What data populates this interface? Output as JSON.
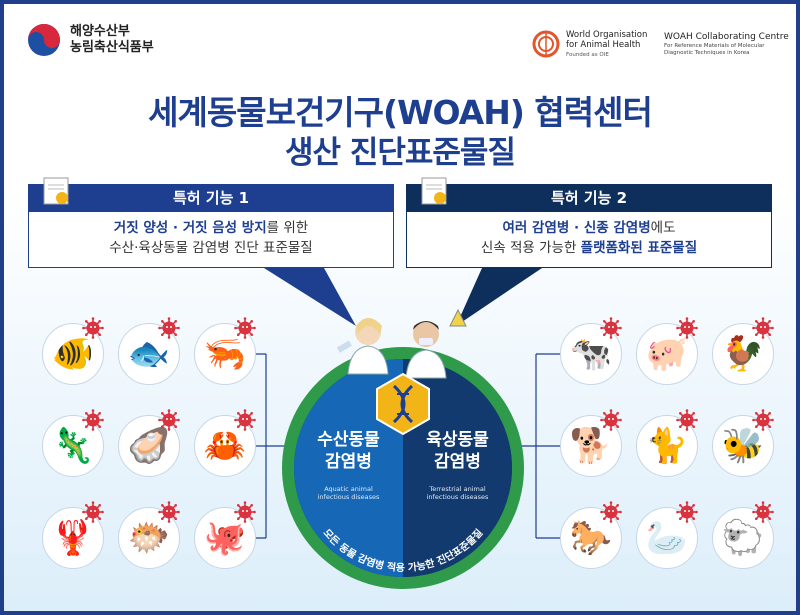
{
  "header": {
    "ministry_line1": "해양수산부",
    "ministry_line2": "농림축산식품부",
    "woah_line1": "World Organisation",
    "woah_line2": "for Animal Health",
    "woah_line3": "Founded as OIE",
    "collab_title": "WOAH Collaborating Centre",
    "collab_line1": "For Reference Materials of Molecular",
    "collab_line2": "Diagnostic Techniques in Korea"
  },
  "title": {
    "line1": "세계동물보건기구(WOAH) 협력센터",
    "line2": "생산 진단표준물질"
  },
  "feature1": {
    "label": "특허 기능 1",
    "hl1": "거짓 양성",
    "sep": " · ",
    "hl2": "거짓 음성 방지",
    "rest1": "를 위한",
    "line2": "수산·육상동물 감염병 진단 표준물질"
  },
  "feature2": {
    "label": "특허 기능 2",
    "hl1": "여러 감염병",
    "sep": " · ",
    "hl2": "신종 감염병",
    "rest1": "에도",
    "line2a": "신속 적용 가능한 ",
    "hl3": "플랫폼화된 표준물질"
  },
  "center": {
    "left_label1": "수산동물",
    "left_label2": "감염병",
    "left_sub1": "Aquatic animal",
    "left_sub2": "infectious diseases",
    "right_label1": "육상동물",
    "right_label2": "감염병",
    "right_sub1": "Terrestrial animal",
    "right_sub2": "infectious diseases",
    "ring_text": "모든 동물 감염병 적용 가능한 진단표준물질"
  },
  "aquatic_animals": [
    {
      "glyph": "🐠",
      "icon": "tropical-fish-icon"
    },
    {
      "glyph": "🐟",
      "icon": "fish-icon"
    },
    {
      "glyph": "🦐",
      "icon": "shrimp-icon"
    },
    {
      "glyph": "🦎",
      "icon": "salamander-icon"
    },
    {
      "glyph": "🦪",
      "icon": "oyster-icon"
    },
    {
      "glyph": "🦀",
      "icon": "crab-icon"
    },
    {
      "glyph": "🦞",
      "icon": "lobster-icon"
    },
    {
      "glyph": "🐡",
      "icon": "pufferfish-icon"
    },
    {
      "glyph": "🐙",
      "icon": "octopus-icon"
    }
  ],
  "terrestrial_animals": [
    {
      "glyph": "🐄",
      "icon": "cow-icon"
    },
    {
      "glyph": "🐖",
      "icon": "pig-icon"
    },
    {
      "glyph": "🐓",
      "icon": "chicken-icon"
    },
    {
      "glyph": "🐕",
      "icon": "dog-icon"
    },
    {
      "glyph": "🐈",
      "icon": "cat-icon"
    },
    {
      "glyph": "🐝",
      "icon": "bee-icon"
    },
    {
      "glyph": "🐎",
      "icon": "horse-icon"
    },
    {
      "glyph": "🦢",
      "icon": "swan-icon"
    },
    {
      "glyph": "🐑",
      "icon": "sheep-icon"
    }
  ],
  "colors": {
    "navy": "#1e3f8f",
    "dark_navy": "#0e2e5c",
    "green": "#2e9a4a",
    "virus_red": "#d9333f",
    "gold": "#f2b416"
  }
}
